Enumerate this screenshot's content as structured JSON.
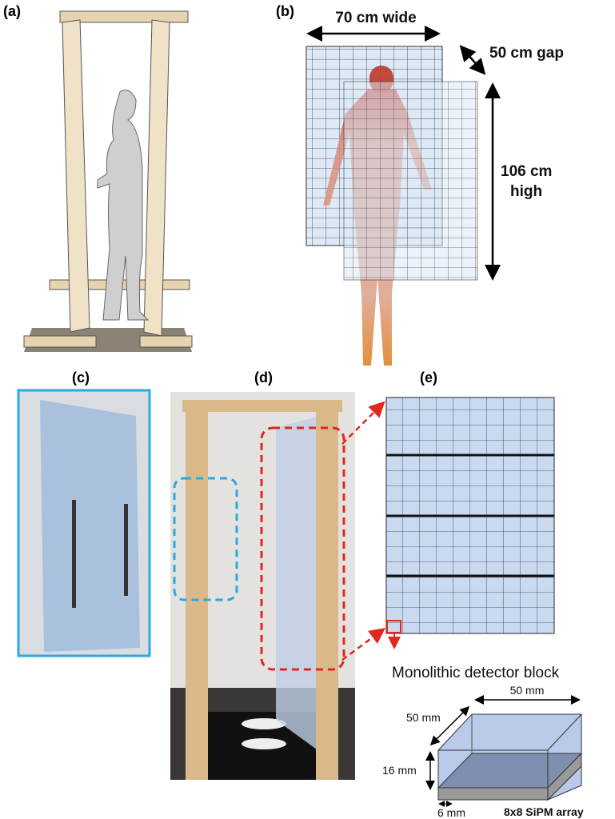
{
  "panels": {
    "a": {
      "label": "(a)"
    },
    "b": {
      "label": "(b)",
      "width_label": "70 cm wide",
      "gap_label": "50 cm gap",
      "height_label_1": "106 cm",
      "height_label_2": "high"
    },
    "c": {
      "label": "(c)"
    },
    "d": {
      "label": "(d)"
    },
    "e": {
      "label": "(e)",
      "block_title": "Monolithic detector block",
      "dim_width": "50 mm",
      "dim_depth": "50 mm",
      "dim_height": "16 mm",
      "dim_pixel": "6 mm",
      "sipm_label": "8x8 SiPM array"
    }
  },
  "colors": {
    "grid_fill": "#c9daf0",
    "highlight_red": "#e0281e",
    "highlight_cyan": "#2aa8e0",
    "wood": "#d9b98a"
  }
}
